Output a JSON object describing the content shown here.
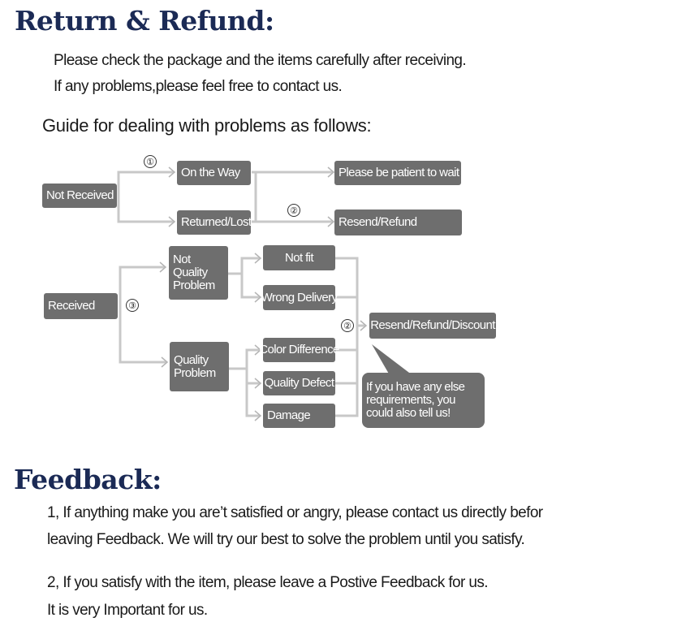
{
  "return_refund": {
    "title": "Return & Refund:",
    "intro_line1": "Please check the package and the items carefully after receiving.",
    "intro_line2": "If any problems,please feel free to contact us.",
    "guide_label": "Guide for dealing with problems as follows:"
  },
  "diagram": {
    "not_received": "Not Received",
    "on_the_way": "On the Way",
    "returned_lost": "Returned/Lost",
    "please_be_patient": "Please be patient to wait",
    "resend_refund": "Resend/Refund",
    "received": "Received",
    "not_quality_problem": "Not Quality Problem",
    "quality_problem": "Quality Problem",
    "not_fit": "Not fit",
    "wrong_delivery": "Wrong Delivery",
    "color_difference": "Color Difference",
    "quality_defect": "Quality Defect",
    "damage": "Damage",
    "resend_refund_discount": "Resend/Refund/Discount",
    "callout": "If you have any else requirements, you could also tell us!",
    "step1": "①",
    "step2a": "②",
    "step2b": "②",
    "step3": "③",
    "box_color": "#6e6e6e",
    "connector_color": "#c8c8c8"
  },
  "feedback": {
    "title": "Feedback:",
    "item1_line1": "1, If anything make you are’t satisfied or angry, please contact us directly befor",
    "item1_line2": "leaving Feedback. We will try our best to solve the problem until you satisfy.",
    "item2_line1": "2, If you satisfy with the item, please leave a Postive Feedback for us.",
    "item2_line2": "It is very Important for us."
  }
}
